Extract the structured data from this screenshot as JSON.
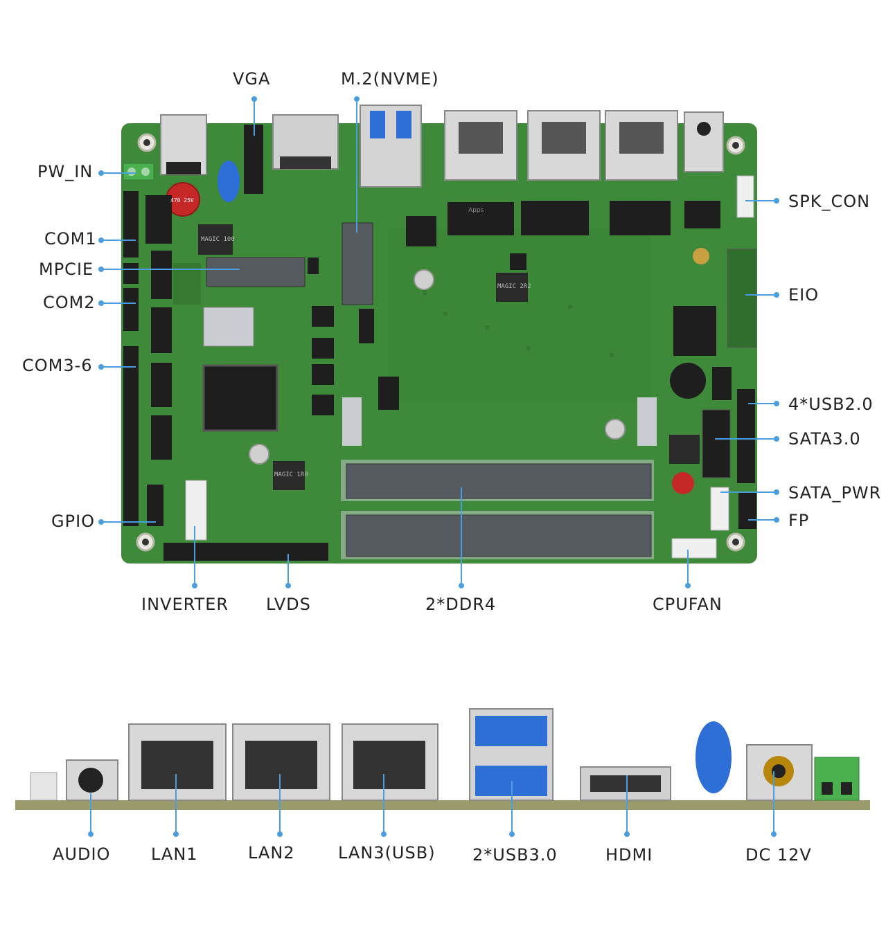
{
  "top_labels": {
    "vga": "VGA",
    "m2": "M.2(NVME)",
    "pw_in": "PW_IN",
    "com1": "COM1",
    "mpcie": "MPCIE",
    "com2": "COM2",
    "com36": "COM3-6",
    "gpio": "GPIO",
    "spk_con": "SPK_CON",
    "eio": "EIO",
    "usb20": "4*USB2.0",
    "sata30": "SATA3.0",
    "sata_pwr": "SATA_PWR",
    "fp": "FP",
    "inverter": "INVERTER",
    "lvds": "LVDS",
    "ddr4": "2*DDR4",
    "cpufan": "CPUFAN"
  },
  "bottom_labels": {
    "audio": "AUDIO",
    "lan1": "LAN1",
    "lan2": "LAN2",
    "lan3": "LAN3(USB)",
    "usb30": "2*USB3.0",
    "hdmi": "HDMI",
    "dc12v": "DC 12V"
  },
  "colors": {
    "pcb": "#3f8a3a",
    "pcb_dark": "#2f6e2c",
    "callout": "#4a9ee0",
    "metal": "#c9ccd0",
    "usb_blue": "#2d6fd6",
    "header_black": "#1e1e1e",
    "ram_slot": "#555a5e"
  },
  "board_marks": {
    "chip_magic_top": "MAGIC 100",
    "chip_magic_mid": "MAGIC 2R2",
    "chip_magic_low": "MAGIC 1R0",
    "cap_label": "470 25V",
    "lan_chip": "Apps"
  }
}
